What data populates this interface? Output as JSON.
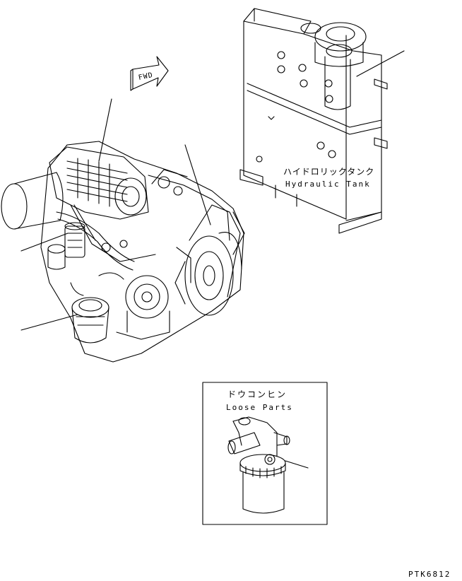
{
  "hydraulic_tank": {
    "label_ja": "ハイドロリックタンク",
    "label_en": "Hydraulic Tank"
  },
  "fwd_arrow": {
    "label": "FWD"
  },
  "loose_parts": {
    "label_ja": "ドウコンヒン",
    "label_en": "Loose Parts"
  },
  "drawing_code": "PTK6812",
  "colors": {
    "line": "#000000",
    "background": "#ffffff"
  }
}
